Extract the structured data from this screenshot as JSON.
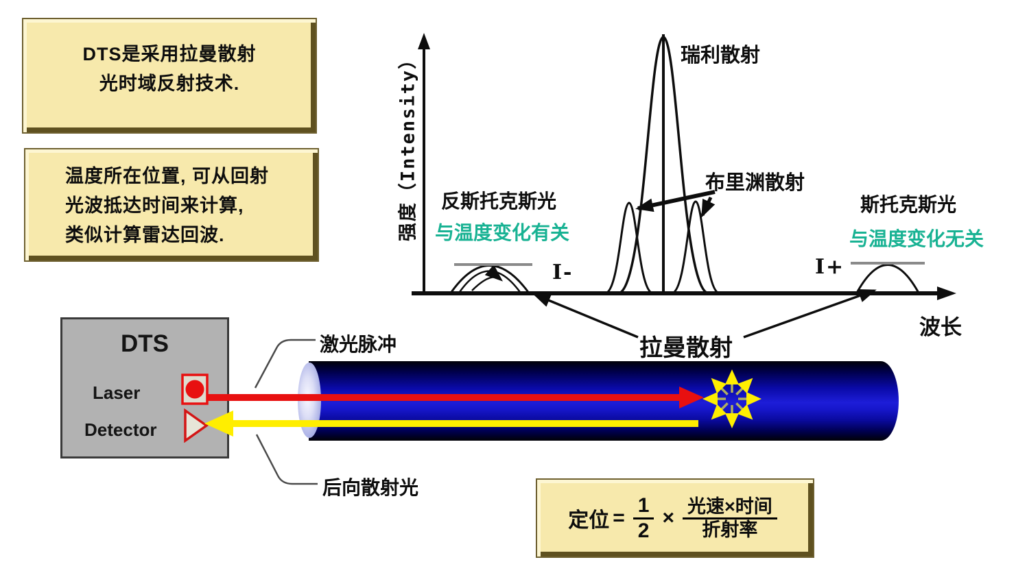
{
  "slide": {
    "note1_line1": "DTS是采用拉曼散射",
    "note1_line2": "光时域反射技术.",
    "note2_line1": "温度所在位置, 可从回射",
    "note2_line2": "光波抵达时间来计算,",
    "note2_line3": "类似计算雷达回波."
  },
  "chart": {
    "y_axis_label": "强度（Intensity）",
    "x_axis_label": "波长",
    "rayleigh_label": "瑞利散射",
    "brillouin_label": "布里渊散射",
    "anti_stokes_label": "反斯托克斯光",
    "anti_stokes_note": "与温度变化有关",
    "stokes_label": "斯托克斯光",
    "stokes_note": "与温度变化无关",
    "i_minus_label": "I-",
    "i_plus_label": "I+",
    "raman_label": "拉曼散射"
  },
  "chart_data": {
    "type": "line",
    "xlabel": "波长",
    "ylabel": "强度（Intensity）",
    "grid": false,
    "peaks": [
      {
        "name": "反斯托克斯光 (拉曼散射)",
        "x_shift": -3.2,
        "relative_height": 0.11,
        "note": "与温度变化有关"
      },
      {
        "name": "布里渊散射 (左)",
        "x_shift": -0.55,
        "relative_height": 0.36
      },
      {
        "name": "瑞利散射",
        "x_shift": 0,
        "relative_height": 1.0
      },
      {
        "name": "布里渊散射 (右)",
        "x_shift": 0.55,
        "relative_height": 0.36
      },
      {
        "name": "斯托克斯光 (拉曼散射)",
        "x_shift": 3.2,
        "relative_height": 0.11,
        "note": "与温度变化无关"
      }
    ],
    "annotations": [
      "I-",
      "I+",
      "拉曼散射"
    ]
  },
  "dts": {
    "title": "DTS",
    "laser": "Laser",
    "detector": "Detector"
  },
  "fiber": {
    "laser_pulse_label": "激光脉冲",
    "backscatter_label": "后向散射光"
  },
  "formula": {
    "lhs": "定位",
    "equals": "=",
    "frac1_num": "1",
    "frac1_den": "2",
    "times": "×",
    "frac2_num": "光速×时间",
    "frac2_den": "折射率"
  },
  "colors": {
    "note_bg": "#f7e9ac",
    "teal_text": "#18b293",
    "laser_red": "#e81010",
    "scatter_yellow": "#ffee00",
    "fiber_blue": "#1717d0",
    "dts_gray": "#b2b2b2"
  }
}
